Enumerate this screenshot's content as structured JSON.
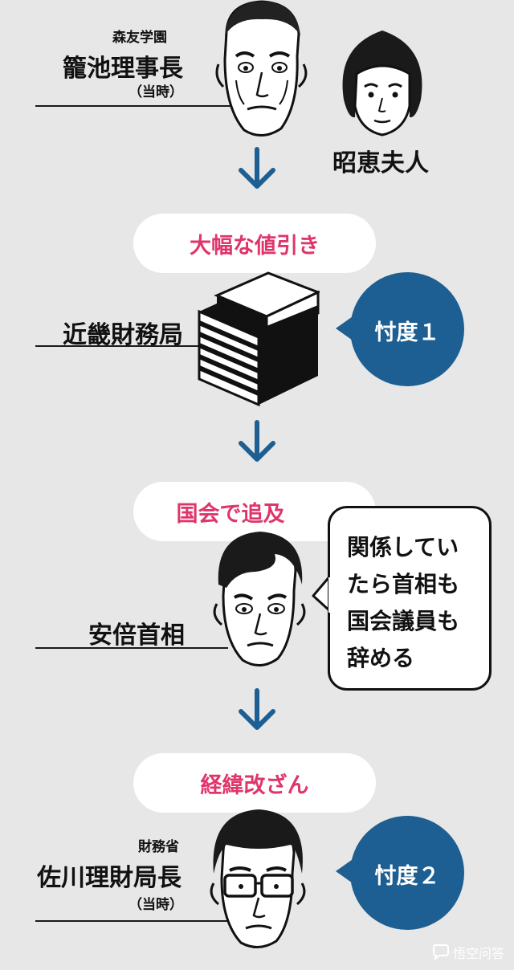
{
  "colors": {
    "background": "#e7e7e7",
    "pink_text": "#e0356a",
    "blue_bubble": "#1d5f92",
    "arrow": "#1d5f92"
  },
  "section1": {
    "org": "森友学園",
    "name": "籠池理事長",
    "note": "（当時）",
    "wife": "昭恵夫人"
  },
  "pill1": "大幅な値引き",
  "section2": {
    "name": "近畿財務局",
    "bubble": "忖度１"
  },
  "pill2": "国会で追及",
  "section3": {
    "name": "安倍首相",
    "speech": [
      "関係してい",
      "たら首相も",
      "国会議員も",
      "辞める"
    ]
  },
  "pill3": "経緯改ざん",
  "section4": {
    "org": "財務省",
    "name": "佐川理財局長",
    "note": "（当時）",
    "bubble": "忖度２"
  },
  "watermark": "悟空问答"
}
